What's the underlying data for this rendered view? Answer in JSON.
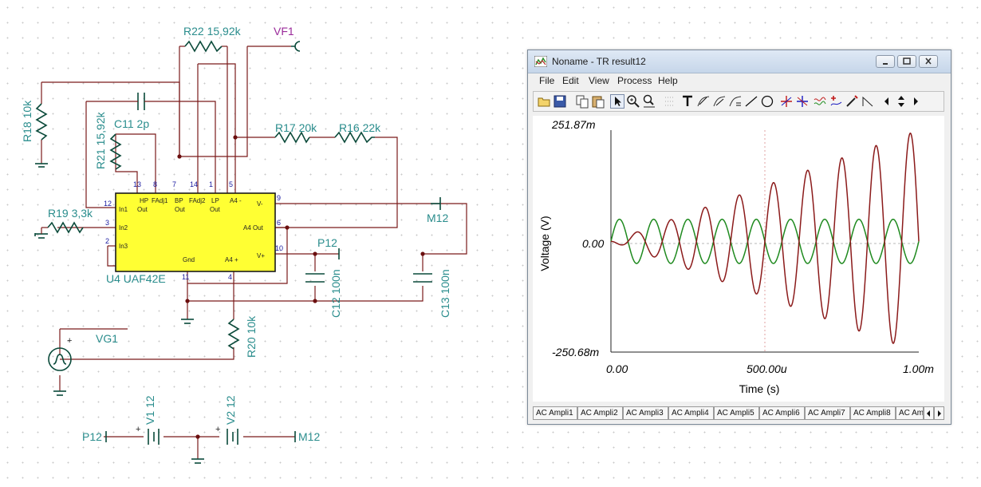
{
  "schematic": {
    "labels": {
      "r22": "R22 15,92k",
      "vf1": "VF1",
      "r18": "R18 10k",
      "c11": "C11 2p",
      "r21": "R21 15,92k",
      "r17": "R17 20k",
      "r16": "R16 22k",
      "r19": "R19 3,3k",
      "m12_right": "M12",
      "p12_right": "P12",
      "u4": "U4 UAF42E",
      "c12": "C12 100n",
      "c13": "C13 100n",
      "r20": "R20 10k",
      "vg1": "VG1",
      "v1": "V1 12",
      "v2": "V2 12",
      "p12_bottom": "P12",
      "m12_bottom": "M12"
    },
    "chip_pins_top": [
      "13",
      "8",
      "7",
      "14",
      "1",
      "5"
    ],
    "chip_pins_left": [
      "12",
      "3",
      "2"
    ],
    "chip_pins_right": [
      "9",
      "6",
      "10"
    ],
    "chip_pins_bottom": [
      "11",
      "4"
    ],
    "chip_texts": {
      "hp": "HP",
      "fadj1": "FAdj1",
      "bp": "BP",
      "fadj2": "FAdj2",
      "lp": "LP",
      "a4m": "A4 -",
      "out1": "Out",
      "out2": "Out",
      "out3": "Out",
      "in1": "In1",
      "in2": "In2",
      "in3": "In3",
      "gnd": "Gnd",
      "a4p": "A4 +",
      "vm": "V-",
      "a4out": "A4 Out",
      "vp": "V+"
    },
    "plus": "+"
  },
  "window": {
    "title": "Noname - TR result12",
    "menu": [
      "File",
      "Edit",
      "View",
      "Process",
      "Help"
    ],
    "toolbar_icons": [
      "open-icon",
      "save-icon",
      "copy-icon",
      "paste-icon",
      "pointer-icon",
      "zoom-in-icon",
      "zoom-100-icon",
      "grid-icon",
      "text-icon",
      "cursor-a-icon",
      "cursor-b-icon",
      "cursor-c-icon",
      "line-icon",
      "circle-icon",
      "marker-a-icon",
      "marker-b-icon",
      "waveform-icon",
      "add-marker-icon",
      "pen-icon",
      "step-icon",
      "scroll-left-icon",
      "spin-icon",
      "scroll-right-icon"
    ],
    "tabs": [
      "AC Ampli1",
      "AC Ampli2",
      "AC Ampli3",
      "AC Ampli4",
      "AC Ampli5",
      "AC Ampli6",
      "AC Ampli7",
      "AC Ampli8",
      "AC Am"
    ],
    "colors": {
      "accent_title": "#c6d6ea",
      "series_output": "#8b1a1a",
      "series_input": "#1f8a1f"
    }
  },
  "chart_data": {
    "type": "line",
    "xlabel": "Time (s)",
    "ylabel": "Voltage (V)",
    "xlim": [
      0,
      0.001
    ],
    "ylim": [
      -0.25068,
      0.25187
    ],
    "x_tick_labels": [
      "0.00",
      "500.00u",
      "1.00m"
    ],
    "y_tick_labels": [
      "251.87m",
      "0.00",
      "-250.68m"
    ],
    "grid": "dashed at midlines",
    "series": [
      {
        "color": "#8b1a1a",
        "shape": "sine with linearly growing amplitude",
        "frequency_hz": 9000,
        "amplitude_start": 0.0,
        "amplitude_end": 0.25187
      },
      {
        "color": "#1f8a1f",
        "shape": "constant-amplitude sine",
        "frequency_hz": 9000,
        "amplitude": 0.05
      }
    ]
  }
}
